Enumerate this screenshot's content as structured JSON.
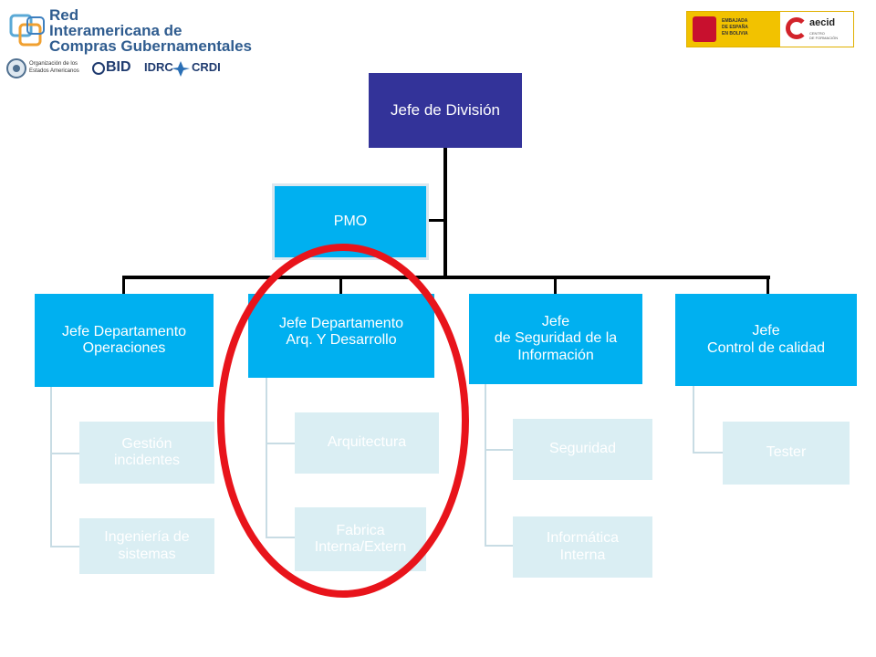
{
  "header": {
    "network_name": [
      "Red",
      "Interamericana de",
      "Compras Gubernamentales"
    ],
    "partners": {
      "oea": [
        "Organización de los",
        "Estados Americanos"
      ],
      "bid": "BID",
      "idrc": "IDRC",
      "crdi": "CRDI"
    },
    "embassy": [
      "EMBAJADA",
      "DE ESPAÑA",
      "EN BOLIVIA"
    ],
    "aecid": "aecid",
    "aecid_sub": [
      "CENTRO",
      "DE FORMACIÓN"
    ]
  },
  "chart": {
    "top": "Jefe de División",
    "pmo": "PMO",
    "departments": [
      {
        "title": "Jefe Departamento\nOperaciones",
        "subs": [
          "Gestión\nincidentes",
          "Ingeniería de\nsistemas"
        ]
      },
      {
        "title": "Jefe Departamento\nArq. Y Desarrollo",
        "subs": [
          "Arquitectura",
          "Fabrica\nInterna/Extern"
        ]
      },
      {
        "title": "Jefe\nde Seguridad de la\nInformación",
        "subs": [
          "Seguridad",
          "Informática\nInterna"
        ]
      },
      {
        "title": "Jefe\nControl de calidad",
        "subs": [
          "Tester"
        ]
      }
    ]
  },
  "colors": {
    "top": "#333399",
    "dept": "#00b0f0",
    "sub": "#daeef3",
    "highlight": "#e8141b"
  }
}
